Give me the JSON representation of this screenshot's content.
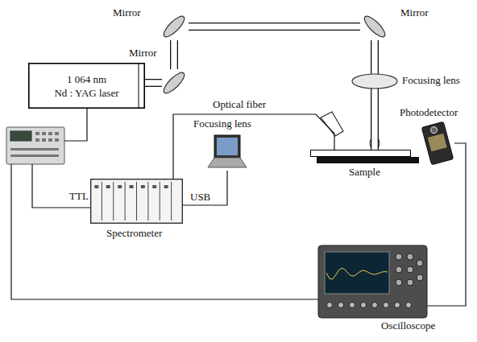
{
  "diagram": {
    "nodes": [
      {
        "text": [
          "1 064 nm",
          "Nd : YAG laser"
        ]
      },
      {
        "text": [
          "Mirror"
        ]
      },
      {
        "text": [
          "Mirror"
        ]
      },
      {
        "text": [
          "Mirror"
        ]
      },
      {
        "text": [
          "Focusing lens"
        ]
      },
      {
        "text": [
          "Sample"
        ]
      },
      {
        "text": [
          "Photodetector"
        ]
      },
      {
        "text": [
          "Spectrometer"
        ]
      },
      {
        "text": [
          "Focusing lens"
        ]
      },
      {
        "text": [
          "Oscilloscope"
        ]
      }
    ],
    "edges": [
      {
        "from": 0,
        "to": 1,
        "arrow": "none"
      },
      {
        "from": 1,
        "to": 2,
        "arrow": "none"
      },
      {
        "from": 2,
        "to": 3,
        "arrow": "none"
      },
      {
        "from": 3,
        "to": 4,
        "arrow": "none"
      },
      {
        "from": 4,
        "to": 5,
        "arrow": "none"
      },
      {
        "from": 7,
        "to": 5,
        "label": "Optical fiber",
        "arrow": "none"
      },
      {
        "from": 7,
        "to": 8,
        "label": "USB",
        "arrow": "none"
      },
      {
        "from": 6,
        "to": 9,
        "arrow": "none"
      }
    ],
    "labels": [
      "TTL"
    ]
  }
}
